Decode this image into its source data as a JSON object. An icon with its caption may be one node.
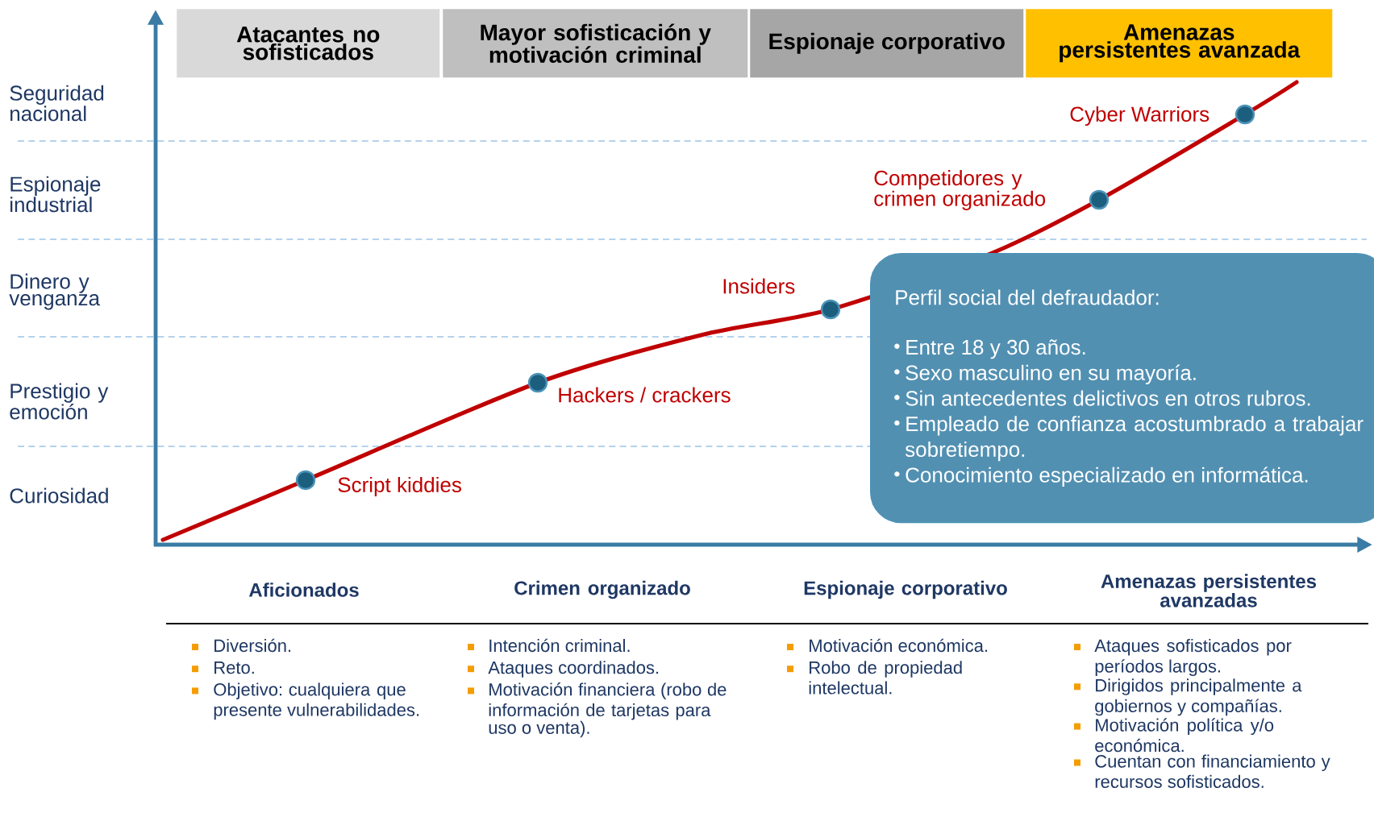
{
  "diagram": {
    "nodes": [
      {
        "text": [
          "Atacantes no sofisticados"
        ]
      },
      {
        "text": [
          "Mayor sofisticación y motivación criminal"
        ]
      },
      {
        "text": [
          "Espionaje corporativo"
        ]
      },
      {
        "text": [
          "Amenazas persistentes avanzada"
        ]
      },
      {
        "text": [],
        "shape": "circle",
        "beside": [
          "Script kiddies"
        ]
      },
      {
        "text": [],
        "shape": "circle",
        "beside": [
          "Hackers / crackers"
        ]
      },
      {
        "text": [],
        "shape": "circle",
        "beside": [
          "Insiders"
        ]
      },
      {
        "text": [],
        "shape": "circle",
        "beside": [
          "Competidores y crimen organizado"
        ]
      },
      {
        "text": [],
        "shape": "circle",
        "beside": [
          "Cyber Warriors"
        ]
      },
      {
        "text": [
          "Perfil social del defraudador:",
          "Entre 18 y 30 años.",
          "Sexo masculino en su mayoría.",
          "Sin antecedentes delictivos en otros rubros.",
          "Empleado de confianza acostumbrado a trabajar sobretiempo.",
          "Conocimiento especializado en informática."
        ]
      }
    ],
    "labels": [
      "Seguridad nacional",
      "Espionaje industrial",
      "Dinero y venganza",
      "Prestigio y emoción",
      "Curiosidad",
      "Aficionados",
      "Diversión.",
      "Reto.",
      "Objetivo: cualquiera que presente vulnerabilidades.",
      "Crimen organizado",
      "Intención criminal.",
      "Ataques coordinados.",
      "Motivación financiera (robo de información de tarjetas para uso o venta).",
      "Espionaje corporativo",
      "Motivación económica.",
      "Robo de propiedad intelectual.",
      "Amenazas persistentes avanzadas",
      "Ataques sofisticados por períodos largos.",
      "Dirigidos principalmente a gobiernos y compañías.",
      "Motivación política y/o económica.",
      "Cuentan con financiamiento y recursos sofisticados."
    ]
  }
}
